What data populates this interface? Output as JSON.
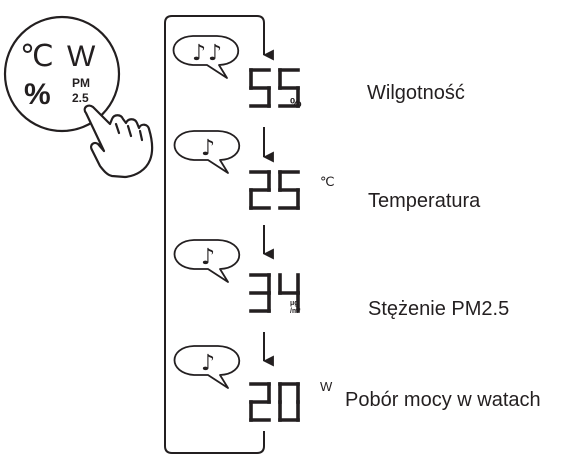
{
  "button": {
    "top_left": "℃",
    "top_right": "W",
    "bottom_left": "%",
    "bottom_right_top": "PM",
    "bottom_right_bottom": "2.5"
  },
  "steps": [
    {
      "beeps": 2,
      "value": "55",
      "unit": "%",
      "label": "Wilgotność"
    },
    {
      "beeps": 1,
      "value": "25",
      "unit": "℃",
      "label": "Temperatura"
    },
    {
      "beeps": 1,
      "value": "34",
      "unit_top": "μg",
      "unit_bottom": "/m³",
      "label": "Stężenie PM2.5"
    },
    {
      "beeps": 1,
      "value": "20",
      "unit": "W",
      "label": "Pobór mocy w watach"
    }
  ],
  "colors": {
    "ink": "#231f20",
    "background": "#ffffff"
  },
  "icons": [
    "hand-pointer-icon",
    "speech-bubble-icon",
    "music-note-icon",
    "down-arrow-icon",
    "seven-segment-digit"
  ]
}
